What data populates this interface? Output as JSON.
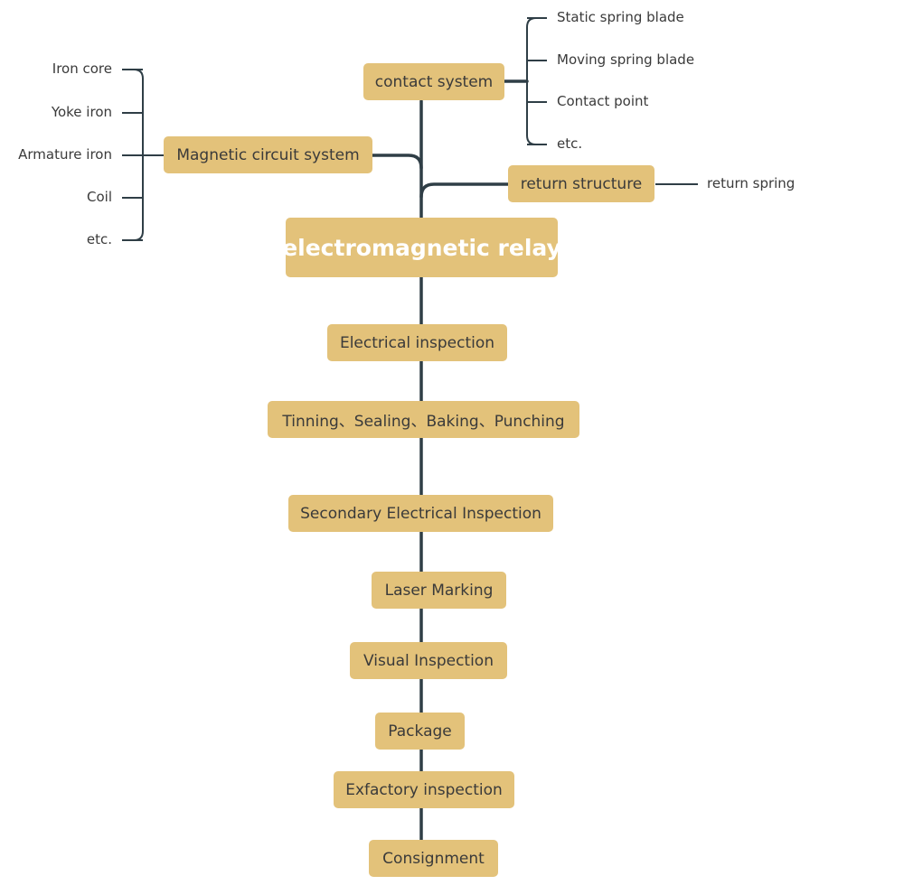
{
  "root": {
    "label": "electromagnetic relay"
  },
  "branches": {
    "contact_system": {
      "label": "contact system",
      "children": [
        "Static spring blade",
        "Moving spring blade",
        "Contact point",
        "etc."
      ]
    },
    "magnetic_circuit_system": {
      "label": "Magnetic circuit system",
      "children": [
        "Iron core",
        "Yoke iron",
        "Armature iron",
        "Coil",
        "etc."
      ]
    },
    "return_structure": {
      "label": "return structure",
      "children": [
        "return spring"
      ]
    }
  },
  "process_steps": [
    "Electrical inspection",
    "Tinning、Sealing、Baking、Punching",
    "Secondary Electrical Inspection",
    "Laser Marking",
    "Visual Inspection",
    "Package",
    "Exfactory inspection",
    "Consignment"
  ],
  "colors": {
    "node_fill": "#e3c27a",
    "connector": "#2f3e46",
    "text": "#3a3a3a",
    "root_text": "#ffffff"
  }
}
